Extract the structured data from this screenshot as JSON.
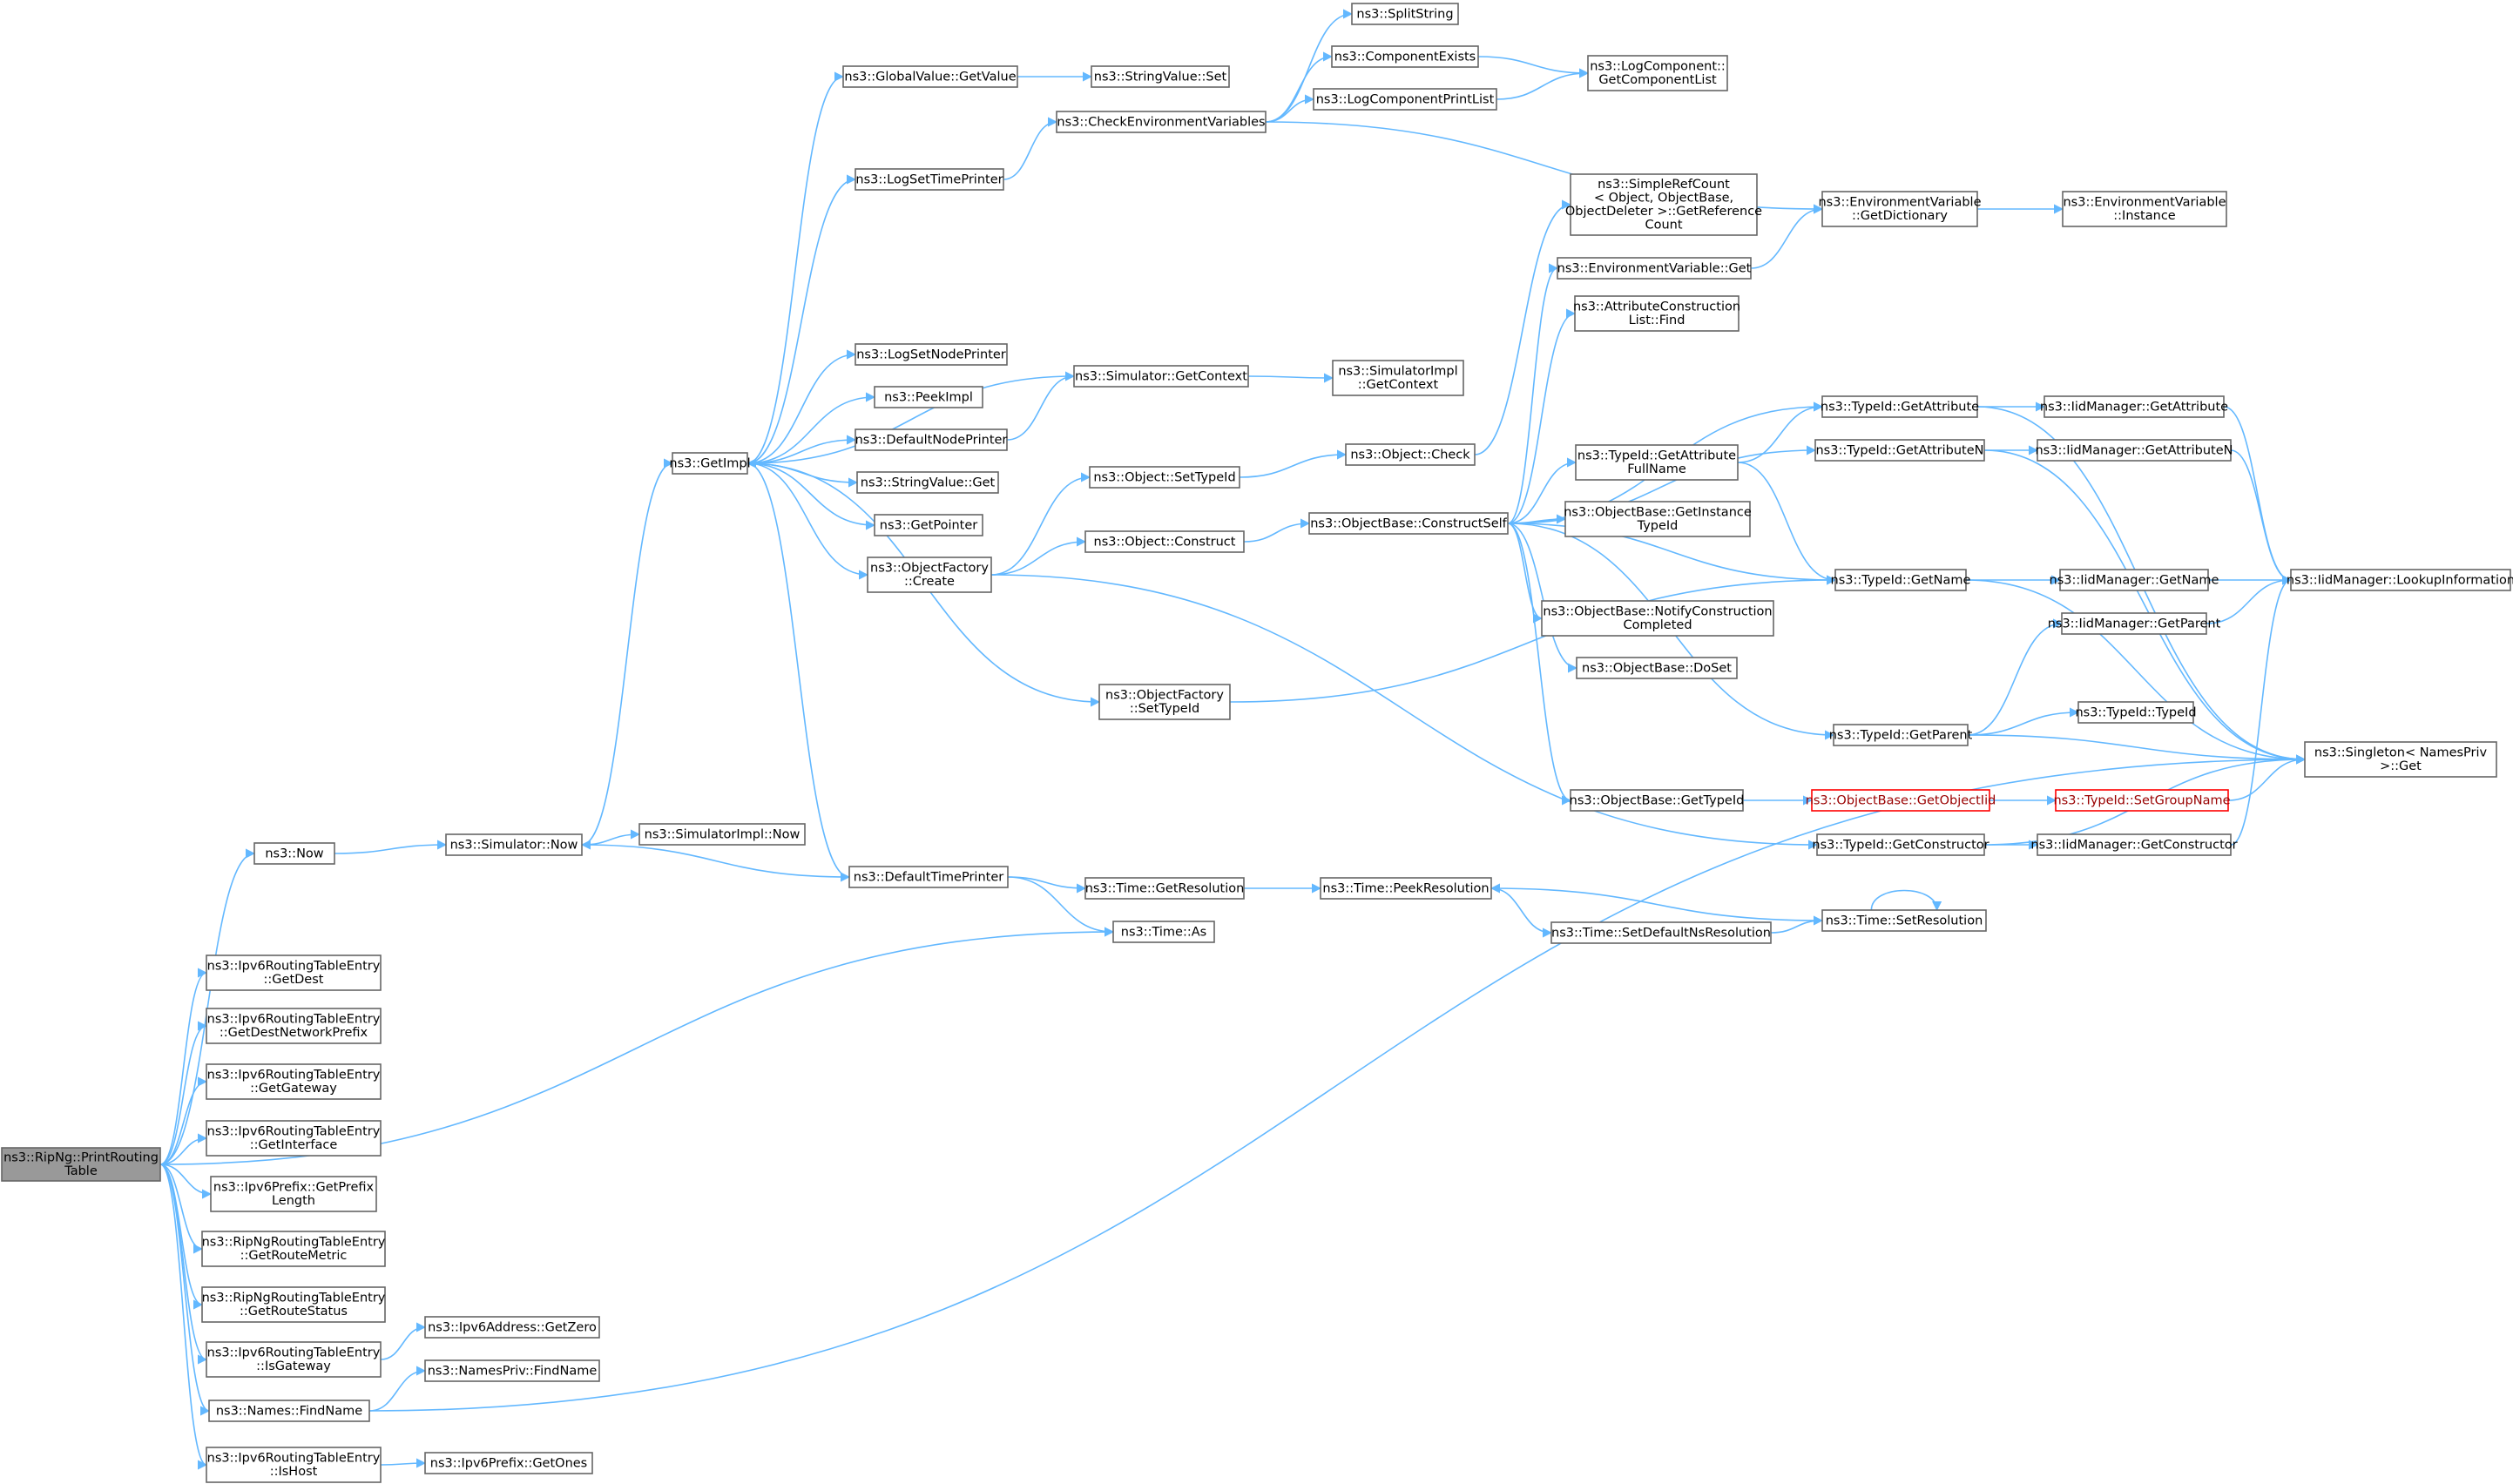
{
  "nodes": [
    {
      "id": "root",
      "lines": [
        "ns3::RipNg::PrintRouting",
        "Table"
      ],
      "style": "root"
    },
    {
      "id": "now",
      "lines": [
        "ns3::Now"
      ]
    },
    {
      "id": "sim_now",
      "lines": [
        "ns3::Simulator::Now"
      ]
    },
    {
      "id": "simimpl_now",
      "lines": [
        "ns3::SimulatorImpl::Now"
      ]
    },
    {
      "id": "getimpl",
      "lines": [
        "ns3::GetImpl"
      ]
    },
    {
      "id": "gv_getvalue",
      "lines": [
        "ns3::GlobalValue::GetValue"
      ]
    },
    {
      "id": "sv_set",
      "lines": [
        "ns3::StringValue::Set"
      ]
    },
    {
      "id": "logsettimeprinter",
      "lines": [
        "ns3::LogSetTimePrinter"
      ]
    },
    {
      "id": "checkenv",
      "lines": [
        "ns3::CheckEnvironmentVariables"
      ]
    },
    {
      "id": "splitstring",
      "lines": [
        "ns3::SplitString"
      ]
    },
    {
      "id": "compexists",
      "lines": [
        "ns3::ComponentExists"
      ]
    },
    {
      "id": "logcompprintlist",
      "lines": [
        "ns3::LogComponentPrintList"
      ]
    },
    {
      "id": "logcomp_getlist",
      "lines": [
        "ns3::LogComponent::",
        "GetComponentList"
      ]
    },
    {
      "id": "envvar_getdict",
      "lines": [
        "ns3::EnvironmentVariable",
        "::GetDictionary"
      ]
    },
    {
      "id": "envvar_instance",
      "lines": [
        "ns3::EnvironmentVariable",
        "::Instance"
      ]
    },
    {
      "id": "simplerefcount",
      "lines": [
        "ns3::SimpleRefCount",
        "< Object, ObjectBase,",
        "ObjectDeleter >::GetReference",
        "Count"
      ]
    },
    {
      "id": "envvar_get",
      "lines": [
        "ns3::EnvironmentVariable::Get"
      ]
    },
    {
      "id": "attrconst_find",
      "lines": [
        "ns3::AttributeConstruction",
        "List::Find"
      ]
    },
    {
      "id": "logsetnodeprinter",
      "lines": [
        "ns3::LogSetNodePrinter"
      ]
    },
    {
      "id": "peekimpl",
      "lines": [
        "ns3::PeekImpl"
      ]
    },
    {
      "id": "defaultnodeprinter",
      "lines": [
        "ns3::DefaultNodePrinter"
      ]
    },
    {
      "id": "sim_getcontext",
      "lines": [
        "ns3::Simulator::GetContext"
      ]
    },
    {
      "id": "simimpl_getcontext",
      "lines": [
        "ns3::SimulatorImpl",
        "::GetContext"
      ]
    },
    {
      "id": "sv_get",
      "lines": [
        "ns3::StringValue::Get"
      ]
    },
    {
      "id": "getpointer",
      "lines": [
        "ns3::GetPointer"
      ]
    },
    {
      "id": "objfactory_create",
      "lines": [
        "ns3::ObjectFactory",
        "::Create"
      ]
    },
    {
      "id": "obj_settypeid",
      "lines": [
        "ns3::Object::SetTypeId"
      ]
    },
    {
      "id": "obj_check",
      "lines": [
        "ns3::Object::Check"
      ]
    },
    {
      "id": "obj_construct",
      "lines": [
        "ns3::Object::Construct"
      ]
    },
    {
      "id": "objbase_constructself",
      "lines": [
        "ns3::ObjectBase::ConstructSelf"
      ]
    },
    {
      "id": "typeid_getattribute",
      "lines": [
        "ns3::TypeId::GetAttribute"
      ]
    },
    {
      "id": "iid_getattribute",
      "lines": [
        "ns3::IidManager::GetAttribute"
      ]
    },
    {
      "id": "typeid_getattrfullname",
      "lines": [
        "ns3::TypeId::GetAttribute",
        "FullName"
      ]
    },
    {
      "id": "typeid_getattributen",
      "lines": [
        "ns3::TypeId::GetAttributeN"
      ]
    },
    {
      "id": "iid_getattributen",
      "lines": [
        "ns3::IidManager::GetAttributeN"
      ]
    },
    {
      "id": "objbase_getinstancetypeid",
      "lines": [
        "ns3::ObjectBase::GetInstance",
        "TypeId"
      ]
    },
    {
      "id": "typeid_getname",
      "lines": [
        "ns3::TypeId::GetName"
      ]
    },
    {
      "id": "iid_getname",
      "lines": [
        "ns3::IidManager::GetName"
      ]
    },
    {
      "id": "iid_lookupinfo",
      "lines": [
        "ns3::IidManager::LookupInformation"
      ]
    },
    {
      "id": "iid_getparent",
      "lines": [
        "ns3::IidManager::GetParent"
      ]
    },
    {
      "id": "objbase_notifyconst",
      "lines": [
        "ns3::ObjectBase::NotifyConstruction",
        "Completed"
      ]
    },
    {
      "id": "objbase_doset",
      "lines": [
        "ns3::ObjectBase::DoSet"
      ]
    },
    {
      "id": "objfactory_settypeid",
      "lines": [
        "ns3::ObjectFactory",
        "::SetTypeId"
      ]
    },
    {
      "id": "typeid_getparent",
      "lines": [
        "ns3::TypeId::GetParent"
      ]
    },
    {
      "id": "typeid_typeid",
      "lines": [
        "ns3::TypeId::TypeId"
      ]
    },
    {
      "id": "singleton_get",
      "lines": [
        "ns3::Singleton< NamesPriv",
        ">::Get"
      ]
    },
    {
      "id": "objbase_gettypeid",
      "lines": [
        "ns3::ObjectBase::GetTypeId"
      ]
    },
    {
      "id": "objbase_getobjectiid",
      "lines": [
        "ns3::ObjectBase::GetObjectIid"
      ],
      "style": "warn"
    },
    {
      "id": "typeid_setgroupname",
      "lines": [
        "ns3::TypeId::SetGroupName"
      ],
      "style": "warn"
    },
    {
      "id": "defaulttimeprinter",
      "lines": [
        "ns3::DefaultTimePrinter"
      ]
    },
    {
      "id": "typeid_getconstructor",
      "lines": [
        "ns3::TypeId::GetConstructor"
      ]
    },
    {
      "id": "iid_getconstructor",
      "lines": [
        "ns3::IidManager::GetConstructor"
      ]
    },
    {
      "id": "time_getresolution",
      "lines": [
        "ns3::Time::GetResolution"
      ]
    },
    {
      "id": "time_peekresolution",
      "lines": [
        "ns3::Time::PeekResolution"
      ]
    },
    {
      "id": "time_as",
      "lines": [
        "ns3::Time::As"
      ]
    },
    {
      "id": "time_setdefaultns",
      "lines": [
        "ns3::Time::SetDefaultNsResolution"
      ]
    },
    {
      "id": "time_setresolution",
      "lines": [
        "ns3::Time::SetResolution"
      ]
    },
    {
      "id": "rte_getdest",
      "lines": [
        "ns3::Ipv6RoutingTableEntry",
        "::GetDest"
      ]
    },
    {
      "id": "rte_getdestnetprefix",
      "lines": [
        "ns3::Ipv6RoutingTableEntry",
        "::GetDestNetworkPrefix"
      ]
    },
    {
      "id": "rte_getgateway",
      "lines": [
        "ns3::Ipv6RoutingTableEntry",
        "::GetGateway"
      ]
    },
    {
      "id": "rte_getinterface",
      "lines": [
        "ns3::Ipv6RoutingTableEntry",
        "::GetInterface"
      ]
    },
    {
      "id": "prefix_getprefixlength",
      "lines": [
        "ns3::Ipv6Prefix::GetPrefix",
        "Length"
      ]
    },
    {
      "id": "ripng_getroutemetric",
      "lines": [
        "ns3::RipNgRoutingTableEntry",
        "::GetRouteMetric"
      ]
    },
    {
      "id": "ripng_getroutestatus",
      "lines": [
        "ns3::RipNgRoutingTableEntry",
        "::GetRouteStatus"
      ]
    },
    {
      "id": "rte_isgateway",
      "lines": [
        "ns3::Ipv6RoutingTableEntry",
        "::IsGateway"
      ]
    },
    {
      "id": "addr_getzero",
      "lines": [
        "ns3::Ipv6Address::GetZero"
      ]
    },
    {
      "id": "names_findname",
      "lines": [
        "ns3::Names::FindName"
      ]
    },
    {
      "id": "namespriv_findname",
      "lines": [
        "ns3::NamesPriv::FindName"
      ]
    },
    {
      "id": "rte_ishost",
      "lines": [
        "ns3::Ipv6RoutingTableEntry",
        "::IsHost"
      ]
    },
    {
      "id": "prefix_getones",
      "lines": [
        "ns3::Ipv6Prefix::GetOnes"
      ]
    }
  ],
  "edges": [
    [
      "root",
      "now"
    ],
    [
      "root",
      "time_as"
    ],
    [
      "root",
      "rte_getdest"
    ],
    [
      "root",
      "rte_getdestnetprefix"
    ],
    [
      "root",
      "rte_getgateway"
    ],
    [
      "root",
      "rte_getinterface"
    ],
    [
      "root",
      "prefix_getprefixlength"
    ],
    [
      "root",
      "ripng_getroutemetric"
    ],
    [
      "root",
      "ripng_getroutestatus"
    ],
    [
      "root",
      "rte_isgateway"
    ],
    [
      "root",
      "names_findname"
    ],
    [
      "root",
      "rte_ishost"
    ],
    [
      "now",
      "sim_now"
    ],
    [
      "sim_now",
      "simimpl_now"
    ],
    [
      "sim_now",
      "getimpl"
    ],
    [
      "getimpl",
      "gv_getvalue"
    ],
    [
      "getimpl",
      "logsettimeprinter"
    ],
    [
      "getimpl",
      "logsetnodeprinter"
    ],
    [
      "getimpl",
      "peekimpl"
    ],
    [
      "getimpl",
      "defaultnodeprinter"
    ],
    [
      "getimpl",
      "sv_get"
    ],
    [
      "getimpl",
      "getpointer"
    ],
    [
      "getimpl",
      "objfactory_create"
    ],
    [
      "getimpl",
      "objfactory_settypeid"
    ],
    [
      "getimpl",
      "defaulttimeprinter"
    ],
    [
      "sim_getcontext",
      "getimpl"
    ],
    [
      "gv_getvalue",
      "sv_set"
    ],
    [
      "logsettimeprinter",
      "checkenv"
    ],
    [
      "checkenv",
      "splitstring"
    ],
    [
      "checkenv",
      "compexists"
    ],
    [
      "checkenv",
      "logcompprintlist"
    ],
    [
      "checkenv",
      "envvar_getdict"
    ],
    [
      "compexists",
      "logcomp_getlist"
    ],
    [
      "logcompprintlist",
      "logcomp_getlist"
    ],
    [
      "envvar_getdict",
      "envvar_instance"
    ],
    [
      "defaultnodeprinter",
      "sim_getcontext"
    ],
    [
      "sim_getcontext",
      "simimpl_getcontext"
    ],
    [
      "objfactory_create",
      "obj_settypeid"
    ],
    [
      "objfactory_create",
      "obj_construct"
    ],
    [
      "objfactory_create",
      "typeid_getconstructor"
    ],
    [
      "obj_settypeid",
      "obj_check"
    ],
    [
      "obj_check",
      "simplerefcount"
    ],
    [
      "obj_construct",
      "objbase_constructself"
    ],
    [
      "objbase_constructself",
      "envvar_get"
    ],
    [
      "objbase_constructself",
      "attrconst_find"
    ],
    [
      "objbase_constructself",
      "typeid_getattribute"
    ],
    [
      "objbase_constructself",
      "typeid_getattributen"
    ],
    [
      "objbase_constructself",
      "typeid_getattrfullname"
    ],
    [
      "objbase_constructself",
      "objbase_getinstancetypeid"
    ],
    [
      "objbase_constructself",
      "typeid_getname"
    ],
    [
      "objbase_constructself",
      "objbase_notifyconst"
    ],
    [
      "objbase_constructself",
      "objbase_doset"
    ],
    [
      "objbase_constructself",
      "typeid_getparent"
    ],
    [
      "objbase_constructself",
      "objbase_gettypeid"
    ],
    [
      "envvar_get",
      "envvar_getdict"
    ],
    [
      "typeid_getattribute",
      "iid_getattribute"
    ],
    [
      "typeid_getattribute",
      "singleton_get"
    ],
    [
      "iid_getattribute",
      "iid_lookupinfo"
    ],
    [
      "typeid_getattrfullname",
      "typeid_getattribute"
    ],
    [
      "typeid_getattrfullname",
      "typeid_getname"
    ],
    [
      "typeid_getattributen",
      "iid_getattributen"
    ],
    [
      "typeid_getattributen",
      "singleton_get"
    ],
    [
      "iid_getattributen",
      "iid_lookupinfo"
    ],
    [
      "typeid_getname",
      "iid_getname"
    ],
    [
      "typeid_getname",
      "singleton_get"
    ],
    [
      "iid_getname",
      "iid_lookupinfo"
    ],
    [
      "iid_getparent",
      "iid_lookupinfo"
    ],
    [
      "typeid_getparent",
      "iid_getparent"
    ],
    [
      "typeid_getparent",
      "typeid_typeid"
    ],
    [
      "typeid_getparent",
      "singleton_get"
    ],
    [
      "objfactory_settypeid",
      "typeid_getname"
    ],
    [
      "objbase_gettypeid",
      "objbase_getobjectiid"
    ],
    [
      "objbase_getobjectiid",
      "typeid_setgroupname"
    ],
    [
      "typeid_setgroupname",
      "singleton_get"
    ],
    [
      "defaulttimeprinter",
      "sim_now"
    ],
    [
      "defaulttimeprinter",
      "time_getresolution"
    ],
    [
      "defaulttimeprinter",
      "time_as"
    ],
    [
      "typeid_getconstructor",
      "iid_getconstructor"
    ],
    [
      "typeid_getconstructor",
      "singleton_get"
    ],
    [
      "iid_getconstructor",
      "iid_lookupinfo"
    ],
    [
      "time_getresolution",
      "time_peekresolution"
    ],
    [
      "time_peekresolution",
      "time_setdefaultns"
    ],
    [
      "time_setdefaultns",
      "time_setresolution"
    ],
    [
      "time_setresolution",
      "time_peekresolution"
    ],
    [
      "time_setresolution",
      "time_setresolution"
    ],
    [
      "rte_isgateway",
      "addr_getzero"
    ],
    [
      "names_findname",
      "namespriv_findname"
    ],
    [
      "names_findname",
      "singleton_get"
    ],
    [
      "rte_ishost",
      "prefix_getones"
    ]
  ]
}
